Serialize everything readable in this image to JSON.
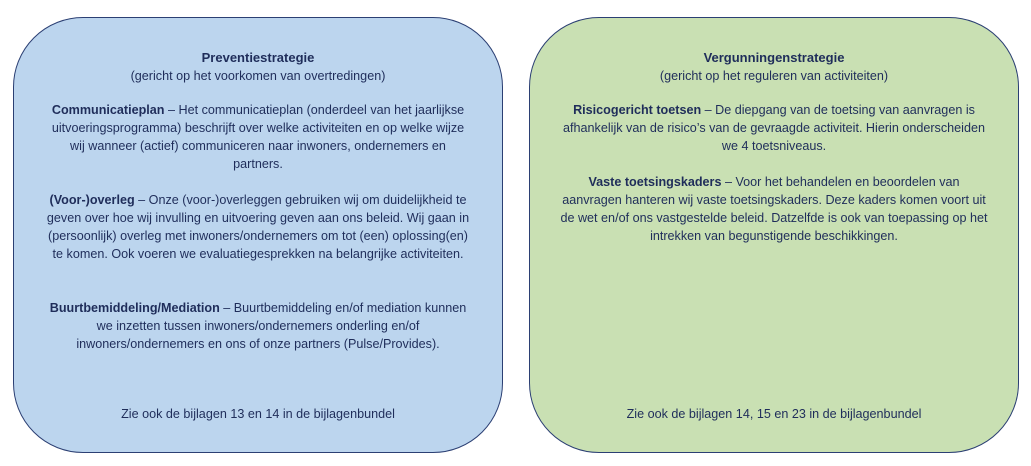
{
  "prevention": {
    "title": "Preventiestrategie",
    "subtitle": "(gericht op het voorkomen van overtredingen)",
    "sections": [
      {
        "term": "Communicatieplan",
        "text": " – Het communicatieplan (onderdeel van het jaarlijkse uitvoeringsprogramma) beschrijft over welke activiteiten en op welke wijze wij wanneer (actief) communiceren naar inwoners, ondernemers en partners."
      },
      {
        "term": "(Voor-)overleg",
        "text": " – Onze (voor-)overleggen gebruiken wij om duidelijkheid te geven over hoe wij invulling en uitvoering geven aan ons beleid. Wij gaan in (persoonlijk) overleg met inwoners/ondernemers om tot (een) oplossing(en) te komen. Ook voeren we evaluatiegesprekken na belangrijke activiteiten."
      },
      {
        "term": "Buurtbemiddeling/Mediation",
        "text": " – Buurtbemiddeling en/of mediation kunnen we inzetten tussen inwoners/ondernemers onderling en/of inwoners/ondernemers en ons of onze partners (Pulse/Provides)."
      }
    ],
    "footer": "Zie ook de bijlagen 13 en 14 in de bijlagenbundel"
  },
  "licensing": {
    "title": "Vergunningenstrategie",
    "subtitle": "(gericht op het reguleren van activiteiten)",
    "sections": [
      {
        "term": "Risicogericht toetsen",
        "text": " – De diepgang van de toetsing van aanvragen is afhankelijk van de risico’s van de gevraagde activiteit. Hierin onderscheiden we 4 toetsniveaus."
      },
      {
        "term": "Vaste toetsingskaders",
        "text": " – Voor het behandelen en beoordelen van aanvragen hanteren wij vaste toetsingskaders. Deze kaders komen voort uit de wet en/of ons vastgestelde beleid. Datzelfde is ook van toepassing op het intrekken van begunstigende beschikkingen."
      }
    ],
    "footer": "Zie ook de bijlagen 14, 15 en 23 in de bijlagenbundel"
  },
  "colors": {
    "left_fill": "#bcd5ee",
    "right_fill": "#c9e0b3",
    "border": "#2b3f73",
    "text": "#1f2d5a"
  }
}
